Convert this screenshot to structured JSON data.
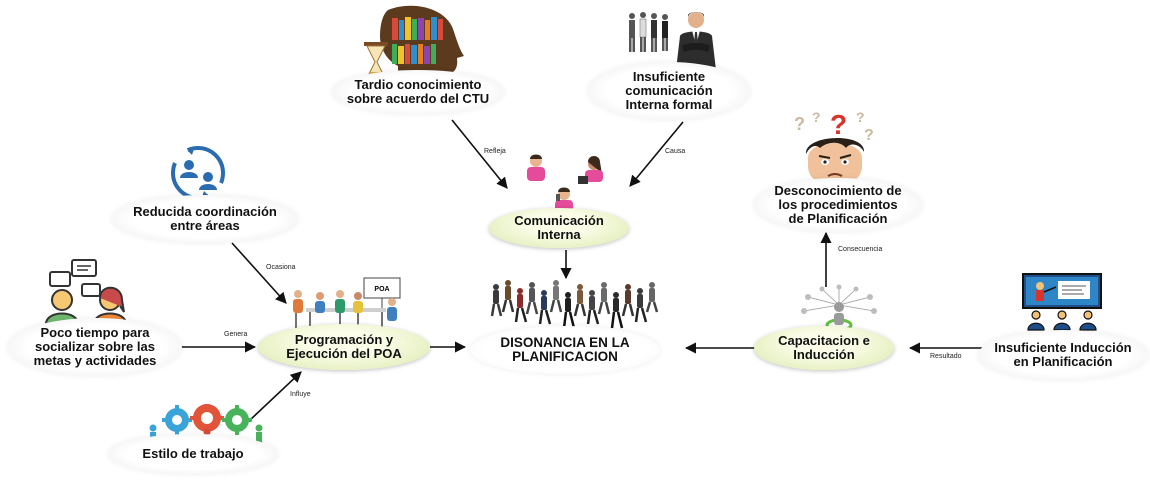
{
  "nodes": {
    "tardio": "Tardio conocimiento\nsobre acuerdo del CTU",
    "insuficiente_comunicacion": "Insuficiente\ncomunicación\nInterna formal",
    "reducida": "Reducida coordinación\nentre áreas",
    "comunicacion_interna": "Comunicación\nInterna",
    "poco_tiempo": "Poco tiempo para\nsocializar sobre las\nmetas y actividades",
    "programacion": "Programación y\nEjecución del POA",
    "disonancia": "DISONANCIA EN LA\nPLANIFICACION",
    "capacitacion": "Capacitacion e\nInducción",
    "insuficiente_induccion": "Insuficiente Inducción\nen Planificación",
    "desconocimiento": "Desconocimiento de\nlos procedimientos\nde Planificación",
    "estilo": "Estilo de trabajo"
  },
  "edges": {
    "refleja": "Refleja",
    "causa": "Causa",
    "ocasiona": "Ocasiona",
    "genera": "Genera",
    "influye": "Influye",
    "consecuencia": "Consecuencia",
    "resultado": "Resultado"
  },
  "illustrations": {
    "poa_sign": "POA"
  },
  "colors": {
    "green_fill": "#e6f0c2",
    "arrow": "#111111",
    "icon_blue": "#2b6cb0",
    "question_red": "#d9342b"
  },
  "icons": [
    "head-books-hourglass",
    "business-people",
    "coordination-circle",
    "chat-people",
    "people-meeting",
    "gears-people",
    "crowd-walking",
    "confused-man",
    "presentation-screen",
    "network-people",
    "communication-people"
  ]
}
